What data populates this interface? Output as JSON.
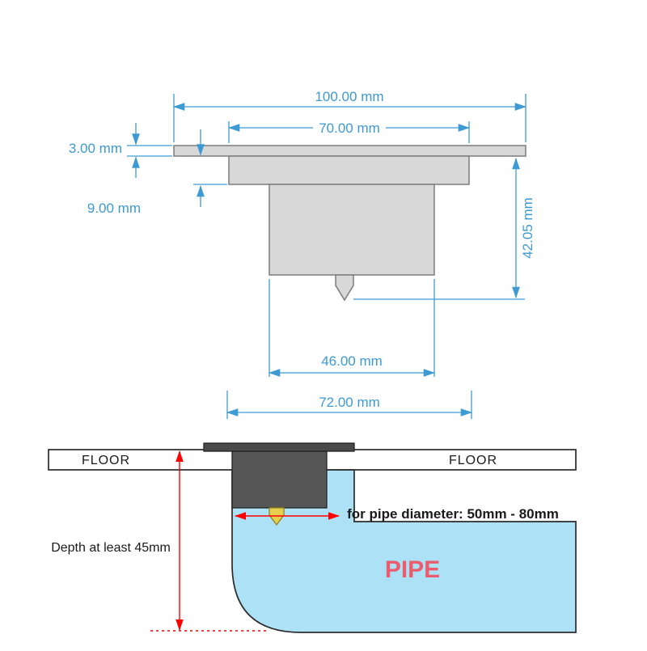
{
  "colors": {
    "dimension_blue": "#3d9ad2",
    "annotation_red": "#ff0000",
    "pipe_fill": "#ace1f6",
    "pipe_label_color": "#ea5c6e",
    "part_fill": "#d8d8d8",
    "part_stroke": "#7c7c7c",
    "drain_flange_dark": "#4a4a4a",
    "drain_body_dark": "#565656",
    "nozzle_yellow": "#e4cf4e",
    "outline_black": "#2b2b2b"
  },
  "cross_section": {
    "dim_overall_width": "100.00 mm",
    "dim_top_opening_width": "70.00 mm",
    "dim_flange_thickness": "3.00 mm",
    "dim_collar_height": "9.00 mm",
    "dim_total_depth": "42.05 mm",
    "dim_body_width": "46.00 mm",
    "dim_base_width": "72.00 mm"
  },
  "installation": {
    "floor_label_left": "FLOOR",
    "floor_label_right": "FLOOR",
    "depth_note": "Depth at least 45mm",
    "pipe_diameter_note": "for pipe diameter: 50mm - 80mm",
    "pipe_label": "PIPE"
  }
}
